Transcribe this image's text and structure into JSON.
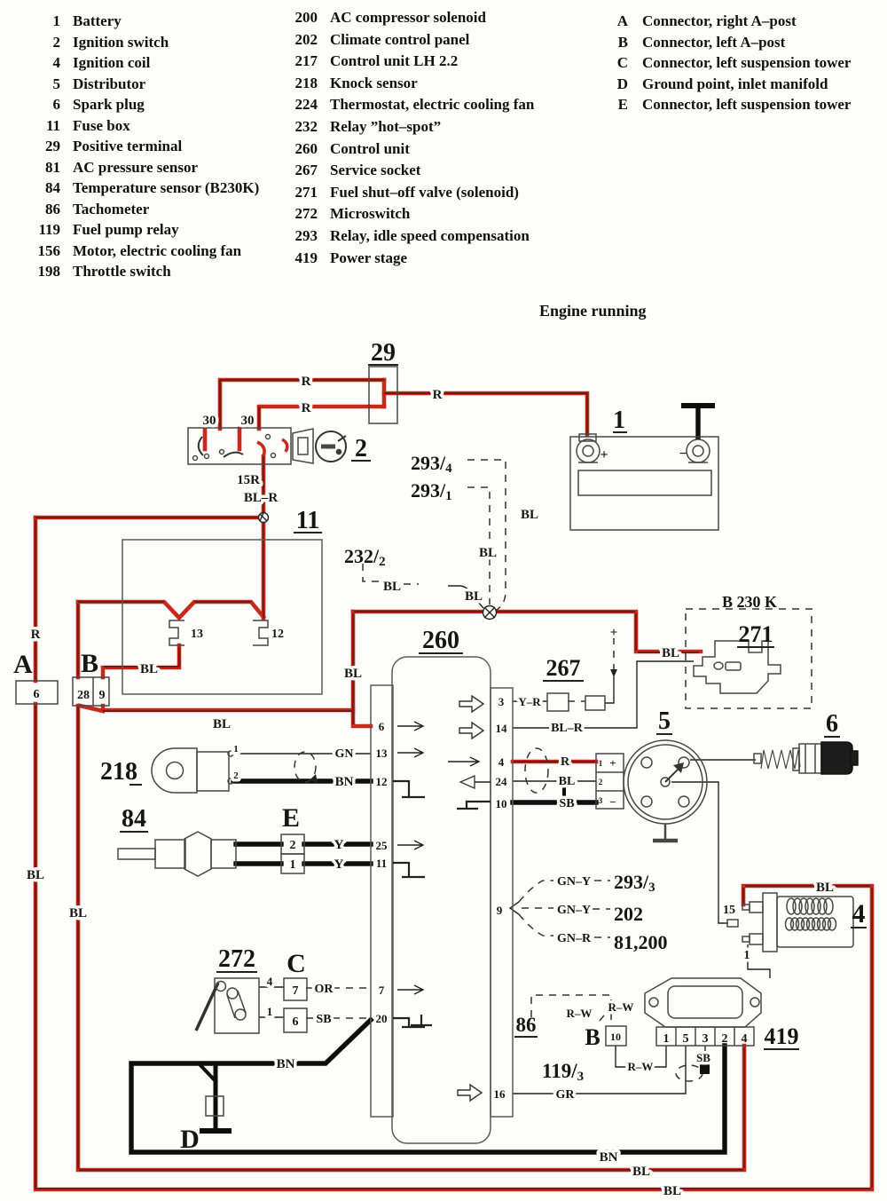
{
  "title": "Engine running",
  "legend": {
    "col1": [
      {
        "num": "1",
        "label": "Battery"
      },
      {
        "num": "2",
        "label": "Ignition switch"
      },
      {
        "num": "4",
        "label": "Ignition coil"
      },
      {
        "num": "5",
        "label": "Distributor"
      },
      {
        "num": "6",
        "label": "Spark plug"
      },
      {
        "num": "11",
        "label": "Fuse box"
      },
      {
        "num": "29",
        "label": "Positive terminal"
      },
      {
        "num": "81",
        "label": "AC pressure sensor"
      },
      {
        "num": "84",
        "label": "Temperature sensor (B230K)"
      },
      {
        "num": "86",
        "label": "Tachometer"
      },
      {
        "num": "119",
        "label": "Fuel pump relay"
      },
      {
        "num": "156",
        "label": "Motor, electric cooling fan"
      },
      {
        "num": "198",
        "label": "Throttle switch"
      }
    ],
    "col2": [
      {
        "num": "200",
        "label": "AC compressor solenoid"
      },
      {
        "num": "202",
        "label": "Climate control panel"
      },
      {
        "num": "217",
        "label": "Control unit LH 2.2"
      },
      {
        "num": "218",
        "label": "Knock sensor"
      },
      {
        "num": "224",
        "label": "Thermostat, electric cooling fan"
      },
      {
        "num": "232",
        "label": "Relay ”hot–spot”"
      },
      {
        "num": "260",
        "label": "Control unit"
      },
      {
        "num": "267",
        "label": "Service socket"
      },
      {
        "num": "271",
        "label": "Fuel shut–off valve (solenoid)"
      },
      {
        "num": "272",
        "label": "Microswitch"
      },
      {
        "num": "293",
        "label": "Relay, idle speed compensation"
      },
      {
        "num": "419",
        "label": "Power stage"
      }
    ],
    "col3": [
      {
        "num": "A",
        "label": "Connector, right A–post"
      },
      {
        "num": "B",
        "label": "Connector, left A–post"
      },
      {
        "num": "C",
        "label": "Connector, left suspension tower"
      },
      {
        "num": "D",
        "label": "Ground point, inlet manifold"
      },
      {
        "num": "E",
        "label": "Connector, left suspension tower"
      }
    ]
  },
  "comp": {
    "battery": "1",
    "ignition_switch": "2",
    "coil": "4",
    "distributor": "5",
    "spark_plug": "6",
    "fuse_box": "11",
    "pos_terminal": "29",
    "temp_sensor": "84",
    "tach": "86",
    "knock": "218",
    "control": "260",
    "service": "267",
    "valve": "271",
    "micro": "272",
    "power": "419",
    "b230k": "B 230 K",
    "conn_a": "A",
    "conn_b": "B",
    "conn_c": "C",
    "gnd_d": "D",
    "conn_e": "E",
    "r202": "202",
    "r81_200": "81,200"
  },
  "frac": {
    "n293": "293/",
    "n119": "119/",
    "n232": "232/",
    "d1": "1",
    "d2": "2",
    "d3": "3",
    "d4": "4"
  },
  "wire": {
    "r": "R",
    "bl": "BL",
    "blr": "BL–R",
    "r15": "15R",
    "t30": "30",
    "gn": "GN",
    "bn": "BN",
    "y": "Y",
    "or": "OR",
    "sb": "SB",
    "gr": "GR",
    "yr": "Y–R",
    "gny": "GN–Y",
    "gnr": "GN–R",
    "rw": "R–W",
    "plus": "+",
    "minus": "−"
  },
  "pins": {
    "p1": "1",
    "p2": "2",
    "p3": "3",
    "p4": "4",
    "p5": "5",
    "p6": "6",
    "p7": "7",
    "p9": "9",
    "p10": "10",
    "p11": "11",
    "p12": "12",
    "p13": "13",
    "p14": "14",
    "p15": "15",
    "p16": "16",
    "p20": "20",
    "p24": "24",
    "p25": "25",
    "p28": "28"
  },
  "colors": {
    "wire_red": "#c7291a",
    "wire_black": "#0d0d0d"
  }
}
